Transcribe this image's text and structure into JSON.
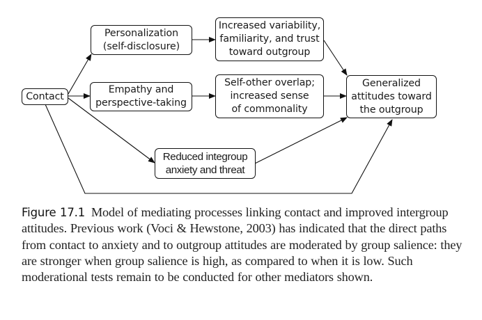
{
  "diagram": {
    "nodes": {
      "contact": {
        "label": "Contact"
      },
      "personalization": {
        "label": "Personalization\n(self-disclosure)"
      },
      "empathy": {
        "label": "Empathy and\nperspective-taking"
      },
      "variability": {
        "label": "Increased variability,\nfamiliarity, and trust\ntoward outgroup"
      },
      "overlap": {
        "label": "Self-other overlap;\nincreased sense\nof commonality"
      },
      "attitudes": {
        "label": "Generalized\nattitudes toward\nthe outgroup"
      },
      "anxiety": {
        "label": "Reduced integroup\nanxiety and threat"
      }
    },
    "edges": [
      {
        "from": "contact",
        "to": "personalization"
      },
      {
        "from": "contact",
        "to": "empathy"
      },
      {
        "from": "contact",
        "to": "anxiety"
      },
      {
        "from": "contact",
        "to": "attitudes"
      },
      {
        "from": "personalization",
        "to": "variability"
      },
      {
        "from": "empathy",
        "to": "overlap"
      },
      {
        "from": "variability",
        "to": "attitudes"
      },
      {
        "from": "overlap",
        "to": "attitudes"
      },
      {
        "from": "anxiety",
        "to": "attitudes"
      }
    ]
  },
  "caption": {
    "label": "Figure 17.1",
    "text": "Model of mediating processes linking contact and improved intergroup attitudes. Previous work (Voci & Hewstone, 2003) has indicated that the direct paths from contact to anxiety and to outgroup attitudes are moderated by group salience: they are stronger when group salience is high, as compared to when it is low. Such moderational tests remain to be conducted for other mediators shown."
  }
}
